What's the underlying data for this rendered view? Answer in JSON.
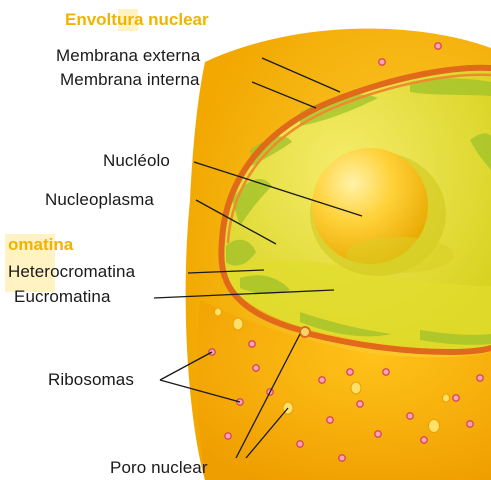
{
  "section_headings": {
    "envelope": "Envoltura nuclear",
    "chromatin": "omatina"
  },
  "labels": {
    "outer_membrane": "Membrana externa",
    "inner_membrane": "Membrana interna",
    "nucleolus": "Nucléolo",
    "nucleoplasm": "Nucleoplasma",
    "heterochromatin": "Heterocromatina",
    "euchromatin": "Eucromatina",
    "ribosomes": "Ribosomas",
    "nuclear_pore": "Poro nuclear"
  },
  "colors": {
    "heading_text": "#f0b400",
    "heading_highlight": "#fff3c4",
    "cytoplasm": "#f7b500",
    "membrane": "#e06a1a",
    "nucleoplasm": "#e9d92a",
    "chromatin": "#a8c82a",
    "nucleolus": "#f6c300"
  }
}
